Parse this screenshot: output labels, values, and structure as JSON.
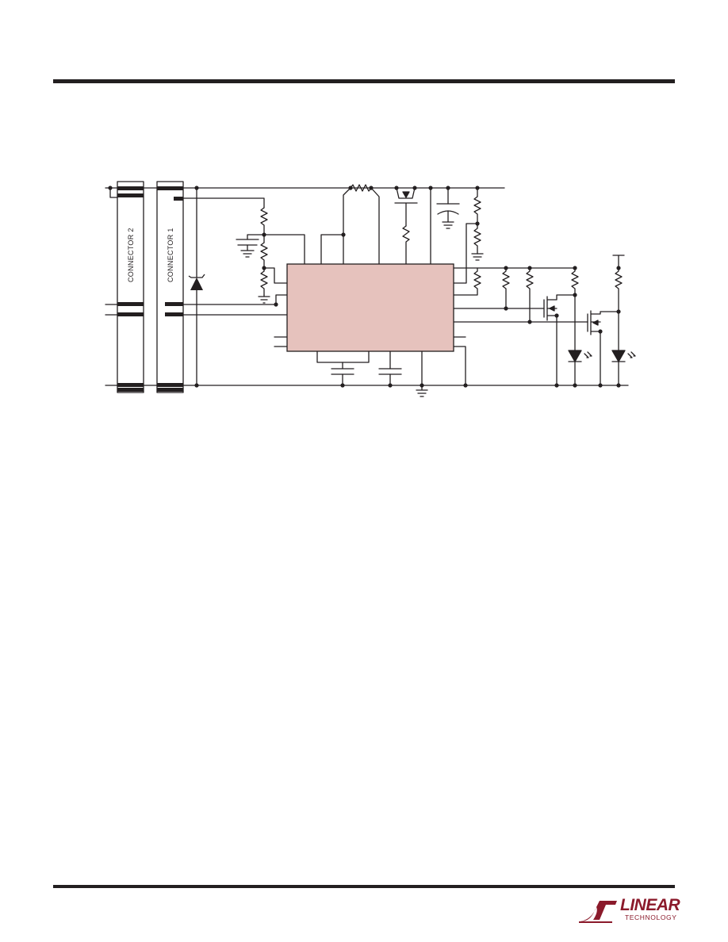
{
  "schematic": {
    "connector_1_label": "CONNECTOR 1",
    "connector_2_label": "CONNECTOR 2",
    "ic_fill": "#e6c2bd",
    "wire_color": "#231f20"
  },
  "footer": {
    "logo_main": "LINEAR",
    "logo_sub": "TECHNOLOGY",
    "logo_color": "#8b1a2b"
  }
}
